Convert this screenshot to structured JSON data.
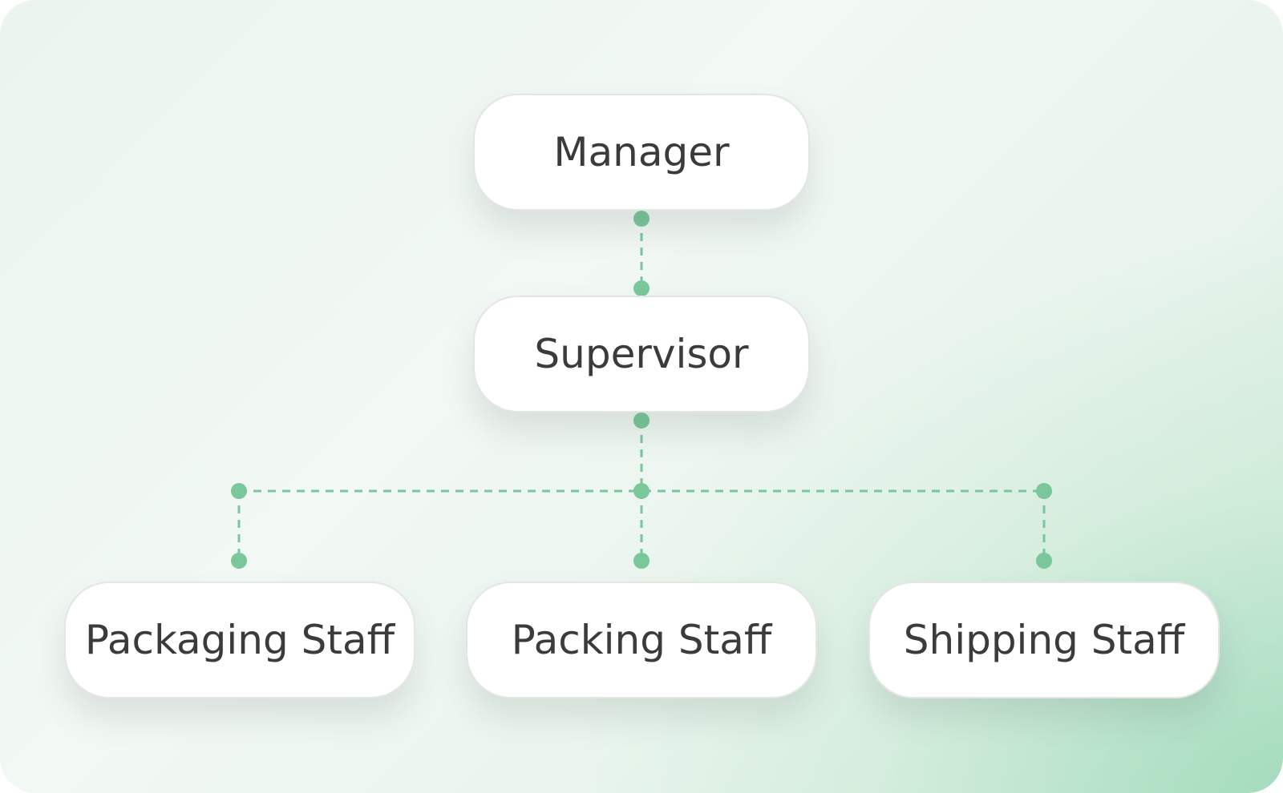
{
  "diagram": {
    "type": "org-chart",
    "connector_color": "#79c79b",
    "nodes": {
      "manager": "Manager",
      "supervisor": "Supervisor",
      "packaging_staff": "Packaging Staff",
      "packing_staff": "Packing Staff",
      "shipping_staff": "Shipping Staff"
    },
    "edges": [
      [
        "manager",
        "supervisor"
      ],
      [
        "supervisor",
        "packaging_staff"
      ],
      [
        "supervisor",
        "packing_staff"
      ],
      [
        "supervisor",
        "shipping_staff"
      ]
    ]
  }
}
